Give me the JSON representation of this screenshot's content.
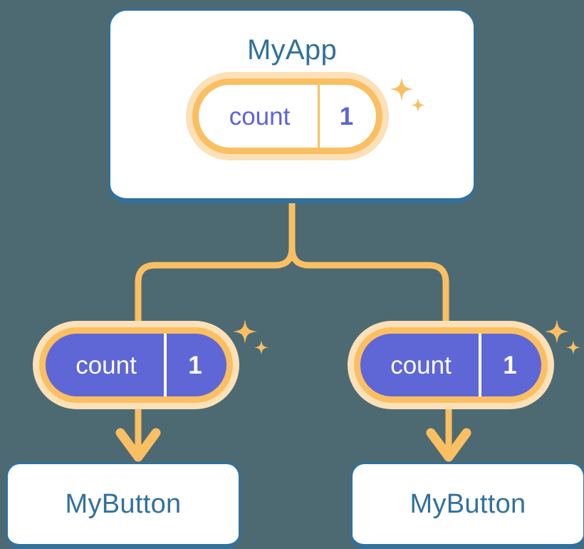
{
  "background_color": "#4d6a73",
  "palette": {
    "card_border_blue": "#31719c",
    "title_blue": "#31719c",
    "pill_orange": "#fabf62",
    "pill_glow": "#fce0b7",
    "pill_purple": "#5f66d6",
    "pill_text_purple": "#5b63dc",
    "card_white": "#ffffff"
  },
  "diagram": {
    "type": "component-tree",
    "root": {
      "title": "MyApp",
      "state": {
        "key": "count",
        "value": "1"
      }
    },
    "children": [
      {
        "title": "MyButton",
        "state": {
          "key": "count",
          "value": "1"
        }
      },
      {
        "title": "MyButton",
        "state": {
          "key": "count",
          "value": "1"
        }
      }
    ],
    "icons": {
      "sparkle": "sparkle-icon",
      "arrow": "arrow-down-icon",
      "connector": "tree-connector"
    }
  }
}
